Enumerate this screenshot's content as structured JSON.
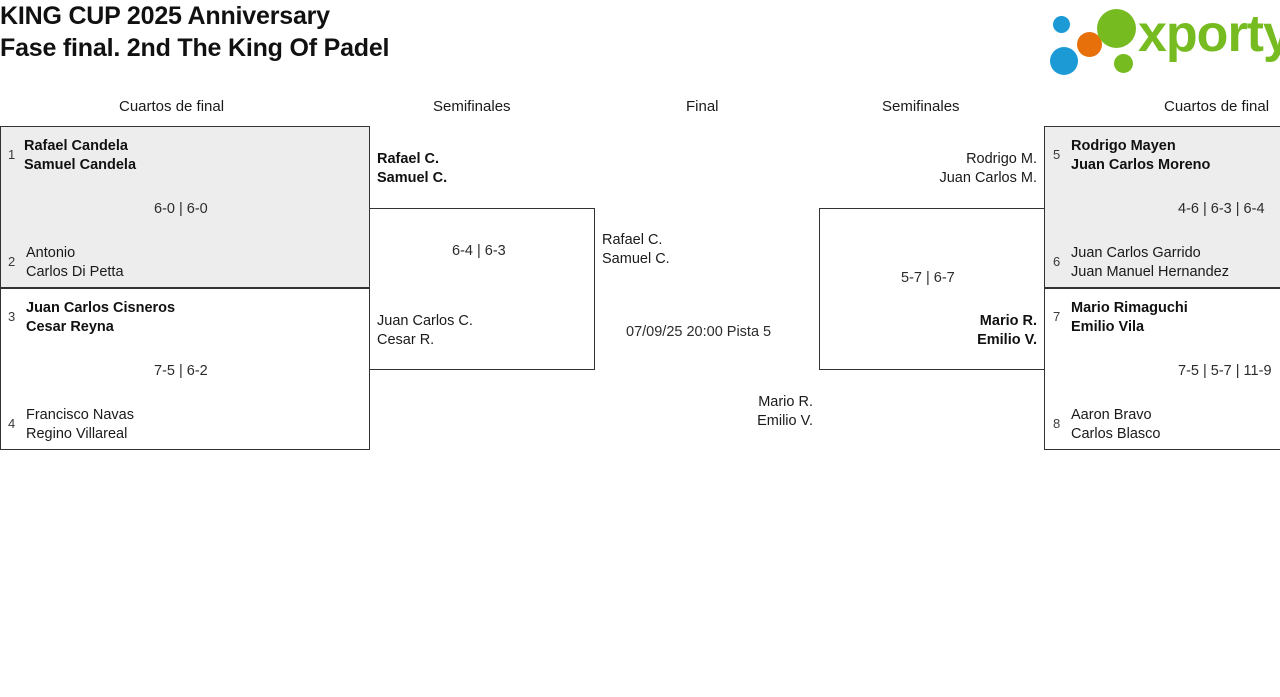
{
  "header": {
    "title_line1": "KING CUP 2025 Anniversary",
    "title_line2": "Fase final. 2nd The King Of Padel",
    "logo_wordmark": "xporty"
  },
  "colors": {
    "brand_green": "#76bc21",
    "brand_blue": "#1b9ad6",
    "brand_orange": "#e8700a",
    "box_shaded": "#ededed",
    "box_border": "#333333"
  },
  "rounds": [
    {
      "key": "qf_left",
      "label": "Cuartos de final"
    },
    {
      "key": "sf_left",
      "label": "Semifinales"
    },
    {
      "key": "final",
      "label": "Final"
    },
    {
      "key": "sf_right",
      "label": "Semifinales"
    },
    {
      "key": "qf_right",
      "label": "Cuartos de final"
    }
  ],
  "matches": {
    "qf1": {
      "seed_top": "1",
      "team_top_p1": "Rafael Candela",
      "team_top_p2": "Samuel Candela",
      "seed_bottom": "2",
      "team_bottom_p1": "Antonio",
      "team_bottom_p2": "Carlos Di Petta",
      "score": "6-0 | 6-0"
    },
    "qf2": {
      "seed_top": "3",
      "team_top_p1": "Juan Carlos Cisneros",
      "team_top_p2": "Cesar Reyna",
      "seed_bottom": "4",
      "team_bottom_p1": "Francisco Navas",
      "team_bottom_p2": "Regino Villareal",
      "score": "7-5 | 6-2"
    },
    "sf_left": {
      "team_top_p1": "Rafael C.",
      "team_top_p2": "Samuel C.",
      "team_bottom_p1": "Juan Carlos C.",
      "team_bottom_p2": "Cesar R.",
      "score": "6-4 | 6-3"
    },
    "final": {
      "team_top_p1": "Rafael C.",
      "team_top_p2": "Samuel C.",
      "team_bottom_p1": "Mario R.",
      "team_bottom_p2": "Emilio V.",
      "schedule": "07/09/25 20:00 Pista 5"
    },
    "sf_right": {
      "team_top_p1": "Rodrigo M.",
      "team_top_p2": "Juan Carlos M.",
      "team_bottom_p1": "Mario R.",
      "team_bottom_p2": "Emilio V.",
      "score": "5-7 | 6-7"
    },
    "qf3": {
      "seed_top": "5",
      "team_top_p1": "Rodrigo Mayen",
      "team_top_p2": "Juan Carlos Moreno",
      "seed_bottom": "6",
      "team_bottom_p1": "Juan Carlos Garrido",
      "team_bottom_p2": "Juan Manuel Hernandez",
      "score": "4-6 | 6-3 | 6-4"
    },
    "qf4": {
      "seed_top": "7",
      "team_top_p1": "Mario Rimaguchi",
      "team_top_p2": "Emilio Vila",
      "seed_bottom": "8",
      "team_bottom_p1": "Aaron Bravo",
      "team_bottom_p2": "Carlos Blasco",
      "score": "7-5 | 5-7 | 11-9"
    }
  }
}
